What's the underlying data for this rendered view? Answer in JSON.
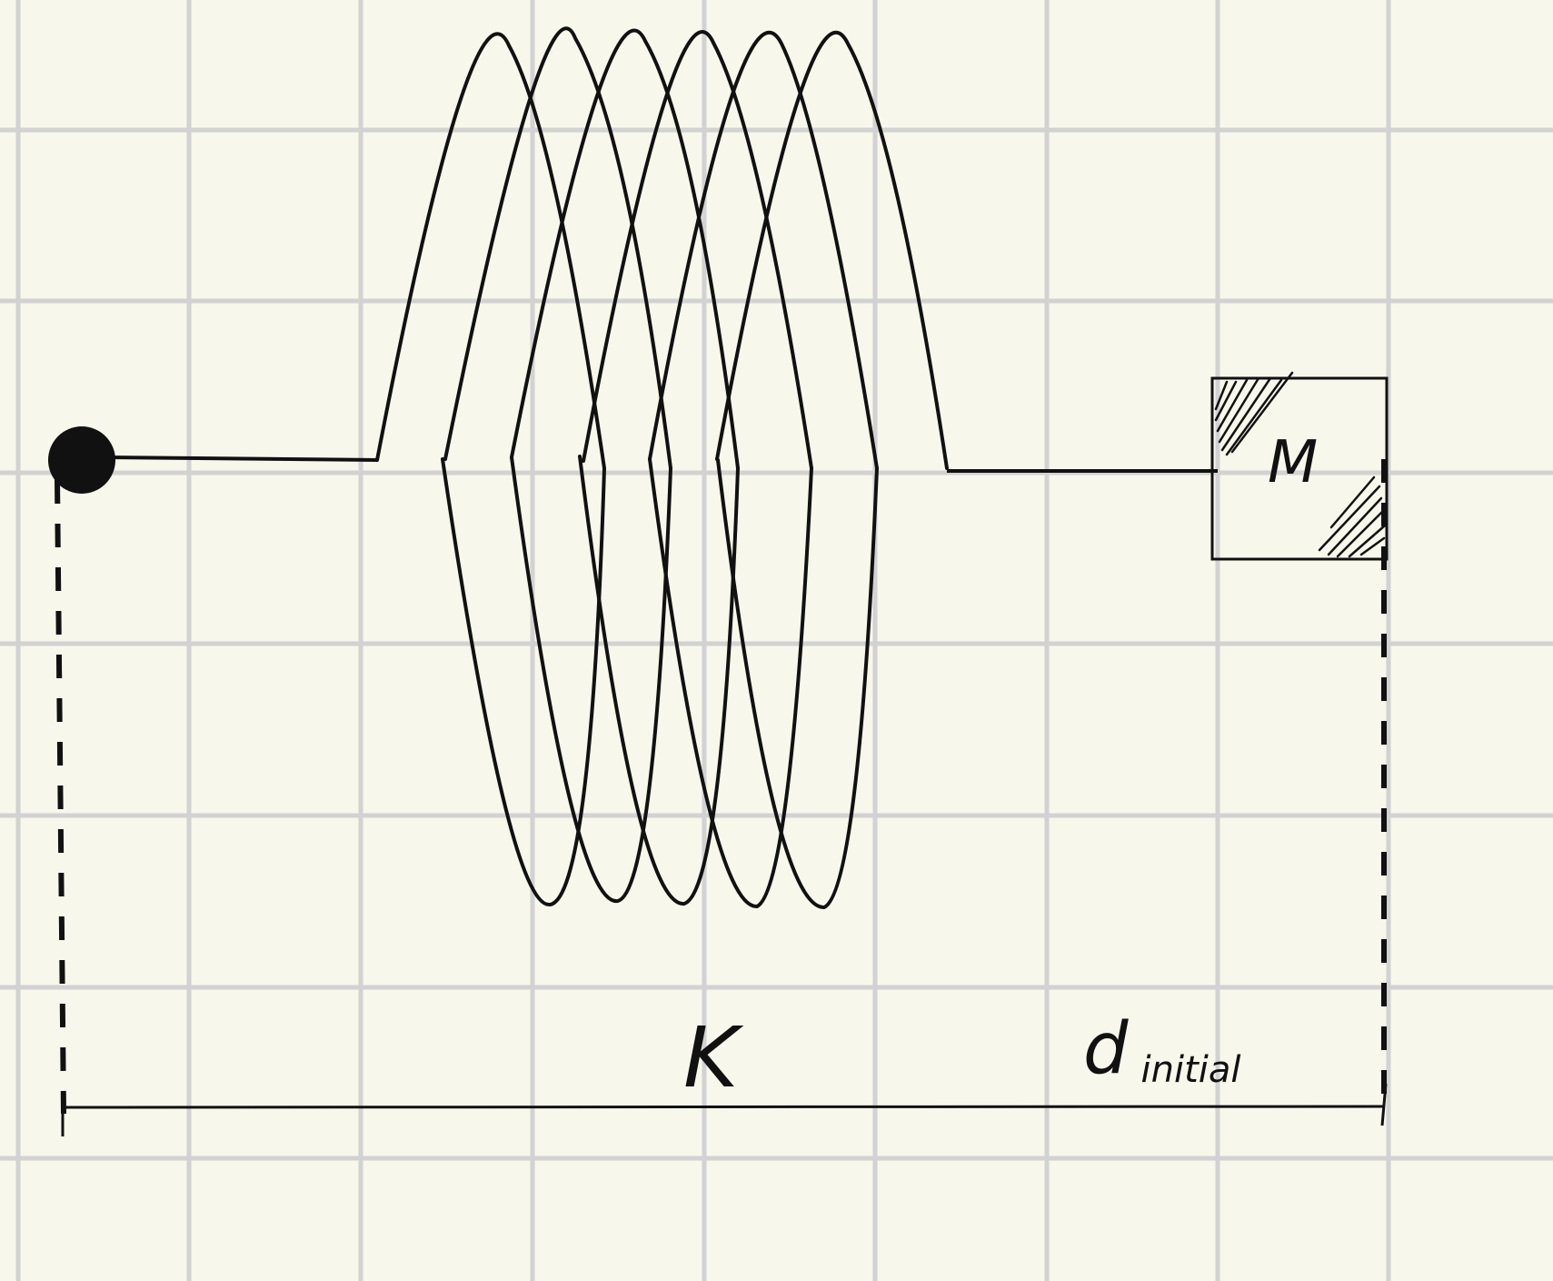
{
  "labels": {
    "spring_constant": "K",
    "distance_main": "d",
    "distance_sub": "initial",
    "mass": "M"
  },
  "colors": {
    "paper": "#f7f7ec",
    "grid": "#d2d2d2",
    "ink": "#111111"
  }
}
